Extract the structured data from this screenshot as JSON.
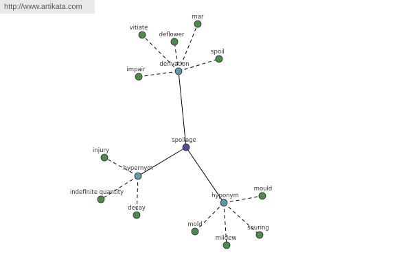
{
  "watermark": {
    "text": "http://www.artikata.com"
  },
  "graph": {
    "root": {
      "label": "spoilage",
      "color": "#4c4c9a"
    },
    "branch_color": "#5e9aa3",
    "leaf_color": "#4e8a4a",
    "branches": [
      {
        "label": "derivation",
        "leaves": [
          "vitiate",
          "deflower",
          "mar",
          "spoil",
          "impair"
        ]
      },
      {
        "label": "hypernym",
        "leaves": [
          "injury",
          "indefinite quantity",
          "decay"
        ]
      },
      {
        "label": "hyponym",
        "leaves": [
          "mould",
          "mold",
          "mildew",
          "souring"
        ]
      }
    ]
  }
}
